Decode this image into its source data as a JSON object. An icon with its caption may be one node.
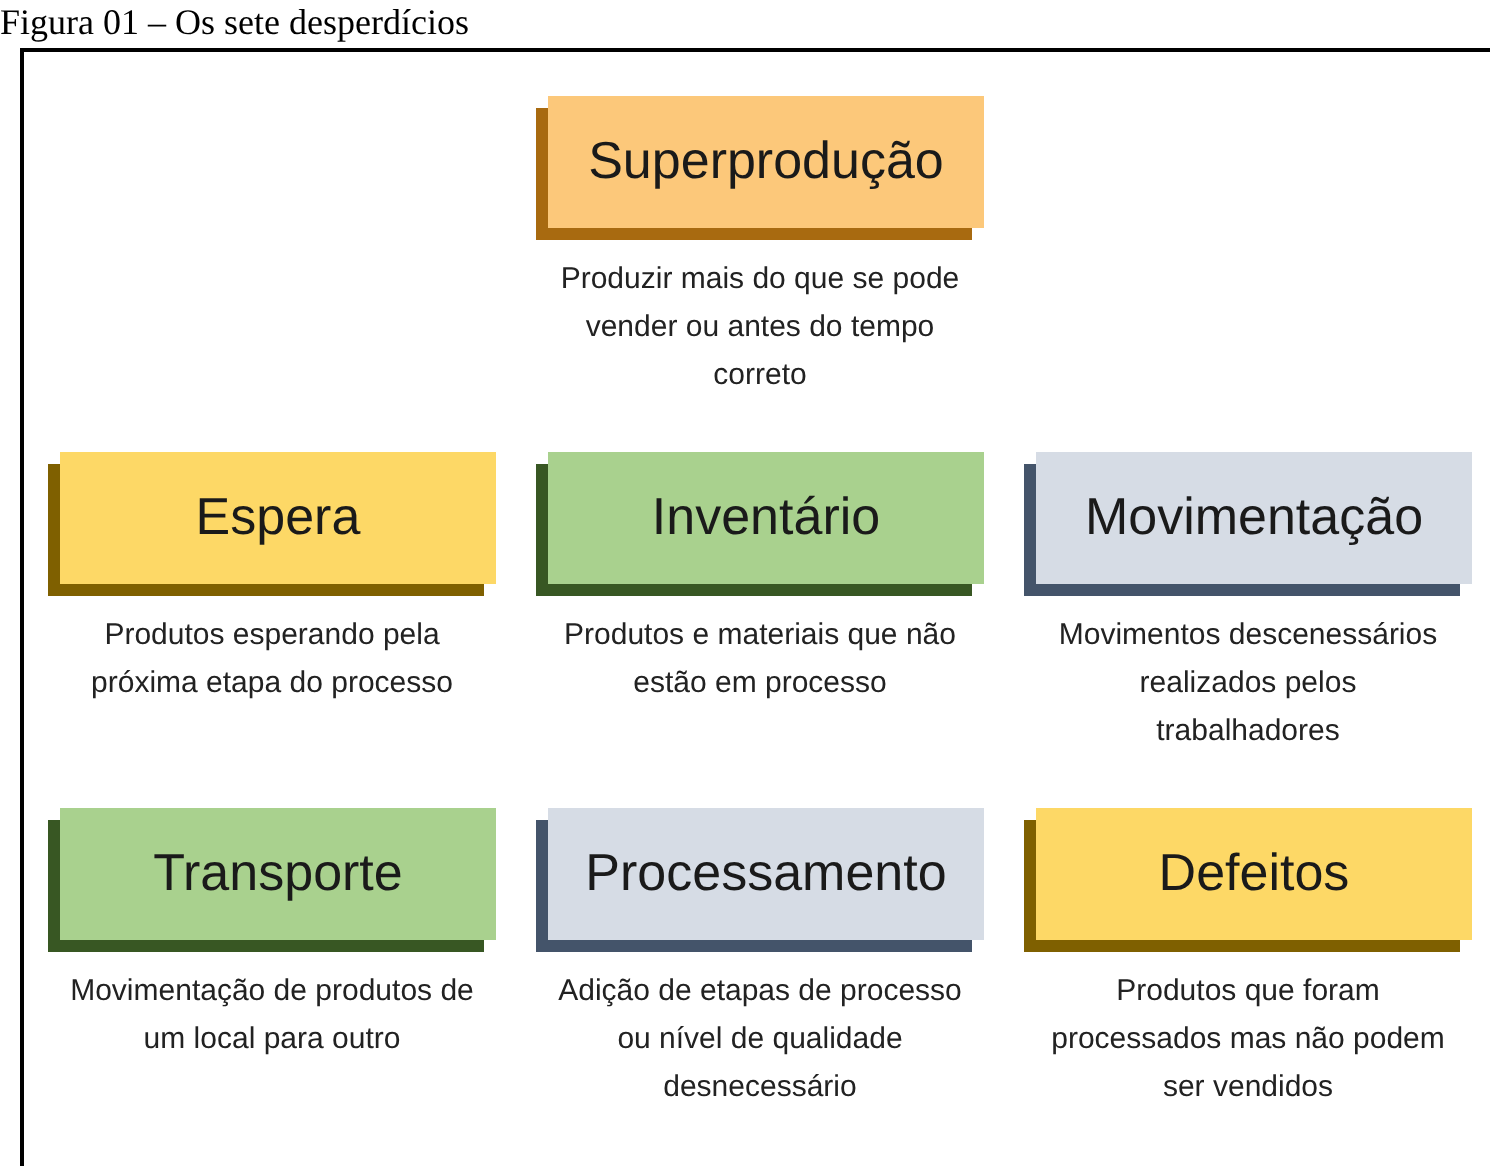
{
  "diagram": {
    "title": "Figura 01 – Os sete desperdícios",
    "nodes": [
      {
        "text": [
          "Superprodução"
        ],
        "beside": [
          "Produzir mais do que se pode vender ou antes do tempo correto"
        ]
      },
      {
        "text": [
          "Espera"
        ],
        "beside": [
          "Produtos esperando pela próxima etapa do processo"
        ]
      },
      {
        "text": [
          "Inventário"
        ],
        "beside": [
          "Produtos e materiais que não estão em processo"
        ]
      },
      {
        "text": [
          "Movimentação"
        ],
        "beside": [
          "Movimentos descenessários realizados pelos trabalhadores"
        ]
      },
      {
        "text": [
          "Transporte"
        ],
        "beside": [
          "Movimentação de produtos de um local para outro"
        ]
      },
      {
        "text": [
          "Processamento"
        ],
        "beside": [
          "Adição de etapas de processo ou nível de qualidade desnecessário"
        ]
      },
      {
        "text": [
          "Defeitos"
        ],
        "beside": [
          "Produtos que foram processados mas não podem ser vendidos"
        ]
      }
    ]
  }
}
